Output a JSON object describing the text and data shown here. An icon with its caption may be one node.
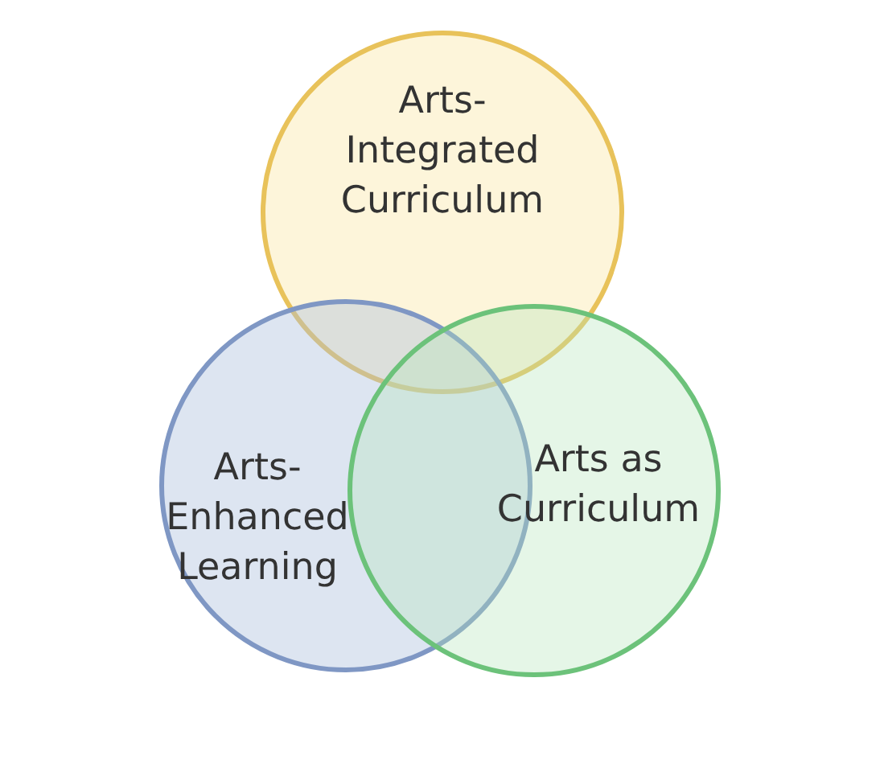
{
  "diagram": {
    "nodes": [
      {
        "text": [
          "Arts-Integrated Curriculum"
        ]
      },
      {
        "text": [
          "Arts-Enhanced Learning"
        ]
      },
      {
        "text": [
          "Arts as Curriculum"
        ]
      }
    ]
  }
}
